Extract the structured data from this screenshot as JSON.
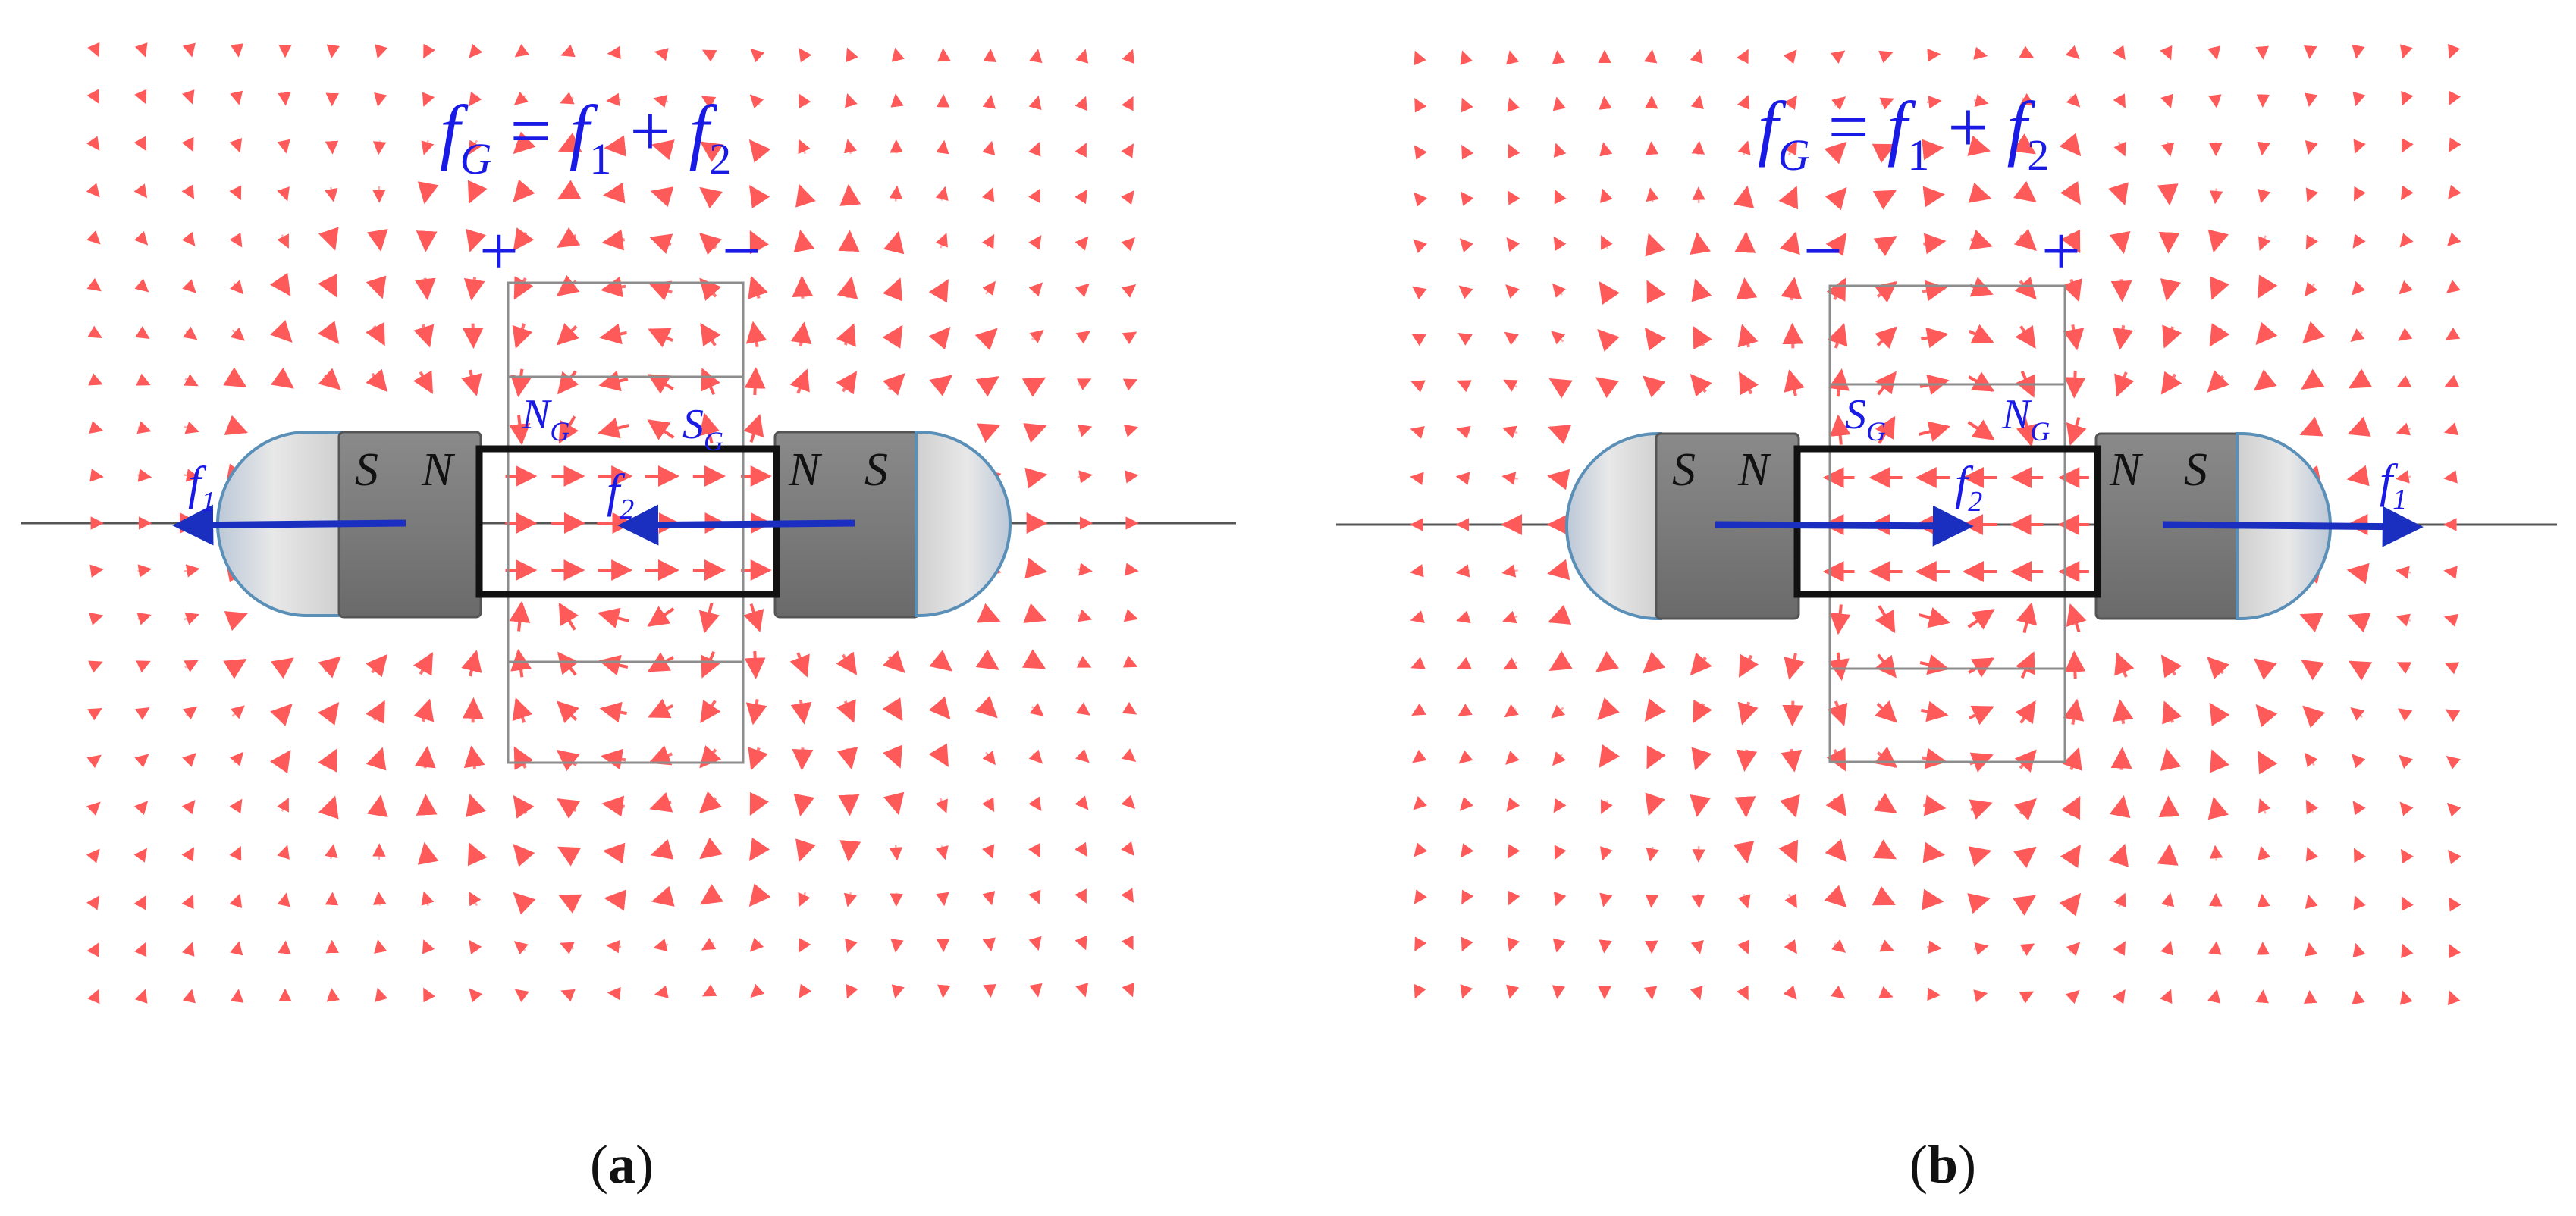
{
  "colors": {
    "field_arrow": "#ff5a5a",
    "label_blue": "#1a1ae6",
    "force_arrow": "#1a2fc0",
    "magnet_body": "#808080",
    "magnet_cap": "#e2e2e2",
    "frame": "#111111"
  },
  "panels": [
    {
      "id": "a",
      "caption_letter": "a",
      "equation": {
        "lhs": "f",
        "lhs_sub": "G",
        "eq": " = ",
        "t1": "f",
        "t1_sub": "1",
        "plus": " + ",
        "t2": "f",
        "t2_sub": "2"
      },
      "terminal_left": "+",
      "terminal_right": "−",
      "core_left_label": {
        "main": "N",
        "sub": "G"
      },
      "core_right_label": {
        "main": "S",
        "sub": "G"
      },
      "magnet_left_labels": [
        "S",
        "N"
      ],
      "magnet_right_labels": [
        "N",
        "S"
      ],
      "force_outer": {
        "main": "f",
        "sub": "1",
        "direction": "outward"
      },
      "force_inner": {
        "main": "f",
        "sub": "2",
        "direction": "leftward"
      }
    },
    {
      "id": "b",
      "caption_letter": "b",
      "equation": {
        "lhs": "f",
        "lhs_sub": "G",
        "eq": " = ",
        "t1": "f",
        "t1_sub": "1",
        "plus": " + ",
        "t2": "f",
        "t2_sub": "2"
      },
      "terminal_left": "−",
      "terminal_right": "+",
      "core_left_label": {
        "main": "S",
        "sub": "G"
      },
      "core_right_label": {
        "main": "N",
        "sub": "G"
      },
      "magnet_left_labels": [
        "S",
        "N"
      ],
      "magnet_right_labels": [
        "N",
        "S"
      ],
      "force_outer": {
        "main": "f",
        "sub": "1",
        "direction": "outward"
      },
      "force_inner": {
        "main": "f",
        "sub": "2",
        "direction": "rightward"
      }
    }
  ],
  "field_pattern": {
    "panel_a": "closed loops: rightward inside core, leftward outside",
    "panel_b": "closed loops: leftward inside core, rightward outside"
  }
}
